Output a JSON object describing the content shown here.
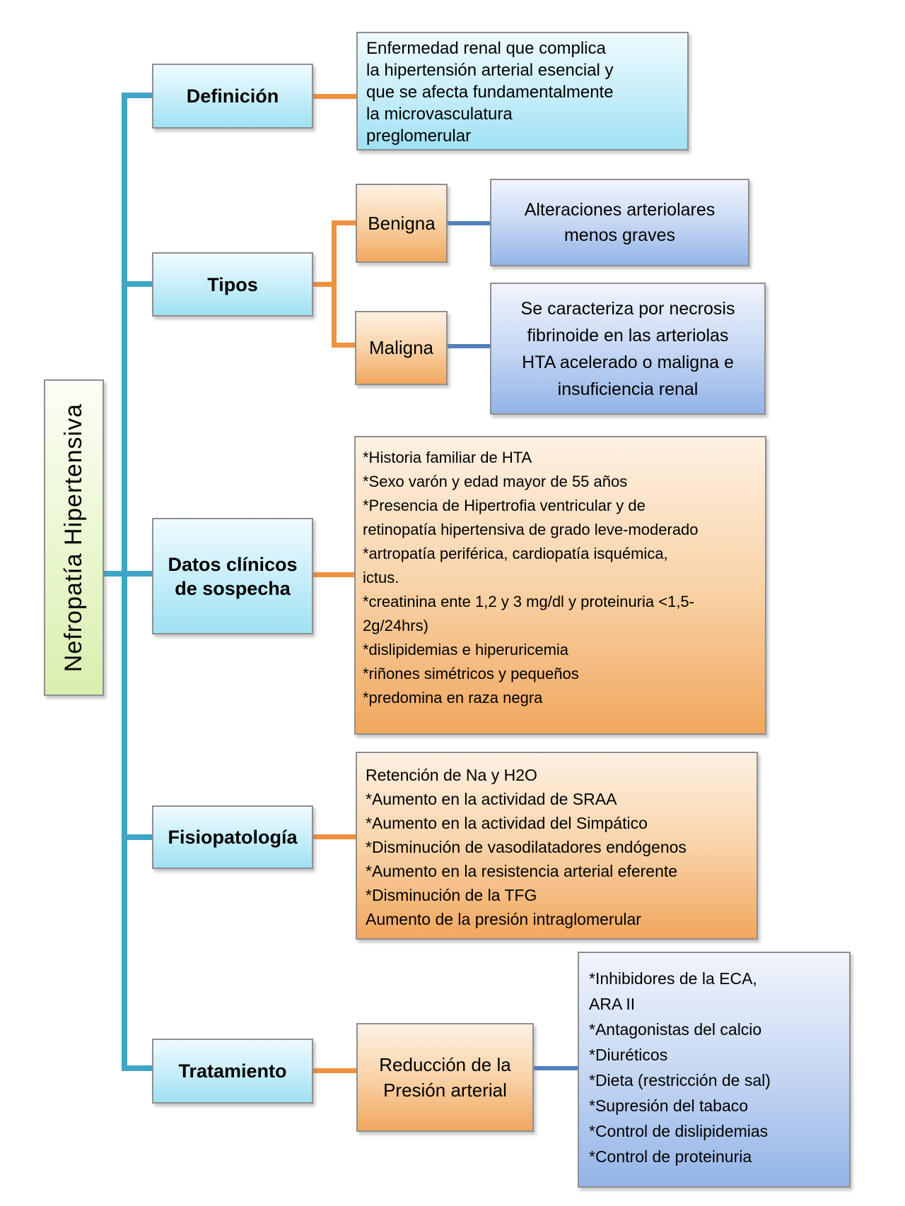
{
  "root": {
    "label": "Nefropatía Hipertensiva"
  },
  "nodes": {
    "definicion": {
      "label": "Definición",
      "desc": "Enfermedad renal que complica\nla hipertensión arterial esencial y\nque se afecta fundamentalmente\nla microvasculatura\npreglomerular"
    },
    "tipos": {
      "label": "Tipos",
      "benigna": {
        "label": "Benigna",
        "desc": "Alteraciones arteriolares\nmenos graves"
      },
      "maligna": {
        "label": "Maligna",
        "desc": "Se caracteriza por necrosis\nfibrinoide en las arteriolas\nHTA acelerado o maligna e\ninsuficiencia renal"
      }
    },
    "datos": {
      "label": "Datos clínicos\nde sospecha",
      "desc": "*Historia familiar de HTA\n*Sexo varón y edad mayor de 55 años\n*Presencia de Hipertrofia ventricular y de\nretinopatía hipertensiva de grado leve-moderado\n*artropatía periférica, cardiopatía isquémica,\nictus.\n*creatinina ente 1,2 y 3 mg/dl y proteinuria <1,5-\n2g/24hrs)\n*dislipidemias e hiperuricemia\n*riñones simétricos y pequeños\n*predomina en raza negra"
    },
    "fisio": {
      "label": "Fisiopatología",
      "desc": "Retención de Na y H2O\n*Aumento en la actividad de SRAA\n*Aumento en la actividad del Simpático\n*Disminución de vasodilatadores endógenos\n*Aumento en la resistencia arterial eferente\n*Disminución de la TFG\nAumento de la presión intraglomerular"
    },
    "tratamiento": {
      "label": "Tratamiento",
      "step": {
        "label": "Reducción de la\nPresión arterial"
      },
      "desc": "*Inhibidores de la ECA,\nARA II\n*Antagonistas del calcio\n*Diuréticos\n*Dieta (restricción de sal)\n*Supresión del tabaco\n*Control de dislipidemias\n*Control de proteinuria"
    }
  },
  "colors": {
    "trunk_connector": "#3FA5C9",
    "branch_connector": "#F0913F",
    "leaf_connector": "#4E80BC",
    "branch_box_fill": "#9FE1F3",
    "type_box_fill": "#F1A75F",
    "leaf_box_fill": "#93B4E7",
    "root_box_fill": "#D9EFAE"
  }
}
